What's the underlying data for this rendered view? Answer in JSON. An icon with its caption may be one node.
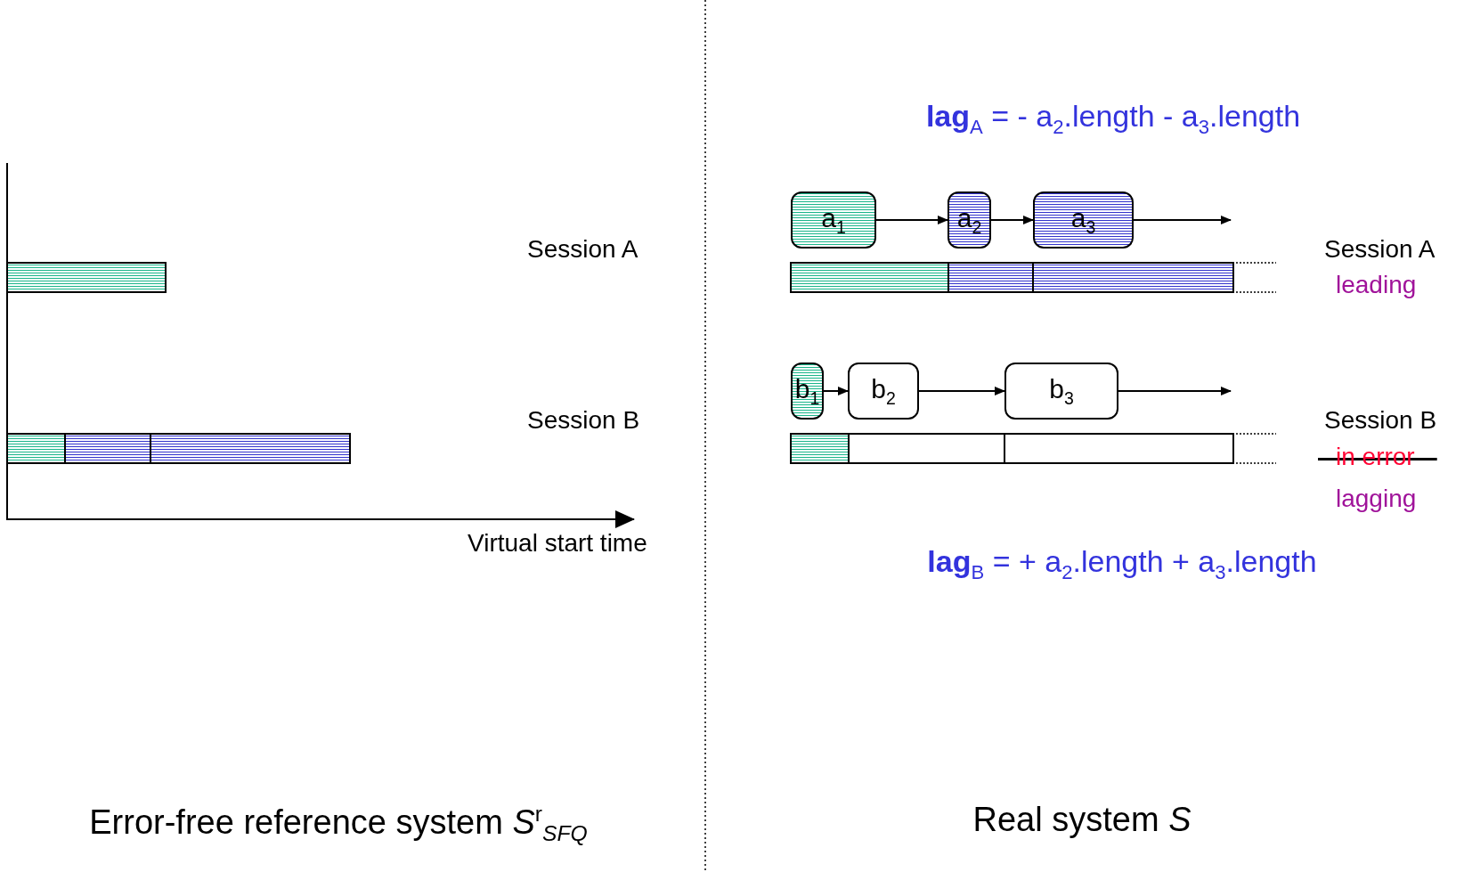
{
  "diagram": {
    "nodes": [
      {
        "text": [
          "a$_{1}$"
        ]
      },
      {
        "text": [
          "a$_{2}$"
        ]
      },
      {
        "text": [
          "a$_{3}$"
        ]
      },
      {
        "text": [
          "b$_{1}$"
        ]
      },
      {
        "text": [
          "b$_{2}$"
        ]
      },
      {
        "text": [
          "b$_{3}$"
        ]
      }
    ],
    "edges": [
      {
        "from": 0,
        "to": 1,
        "arrow": "to"
      },
      {
        "from": 1,
        "to": 2,
        "arrow": "to"
      },
      {
        "from": 2,
        "to": null,
        "arrow": "to"
      },
      {
        "from": 3,
        "to": 4,
        "arrow": "to"
      },
      {
        "from": 4,
        "to": 5,
        "arrow": "to"
      },
      {
        "from": 5,
        "to": null,
        "arrow": "to"
      }
    ],
    "labels": [
      "**lag**$_{A}$ = - a$_{2}$.length - a$_{3}$.length",
      "Session A",
      "Session A",
      "leading",
      "Session B",
      "Session B",
      "in error",
      "lagging",
      "Virtual start time",
      "**lag**$_{B}$ = + a$_{2}$.length + a$_{3}$.length",
      "Error-free reference system *S*$^{r}$$_{SFQ}$",
      "Real system *S*"
    ]
  }
}
